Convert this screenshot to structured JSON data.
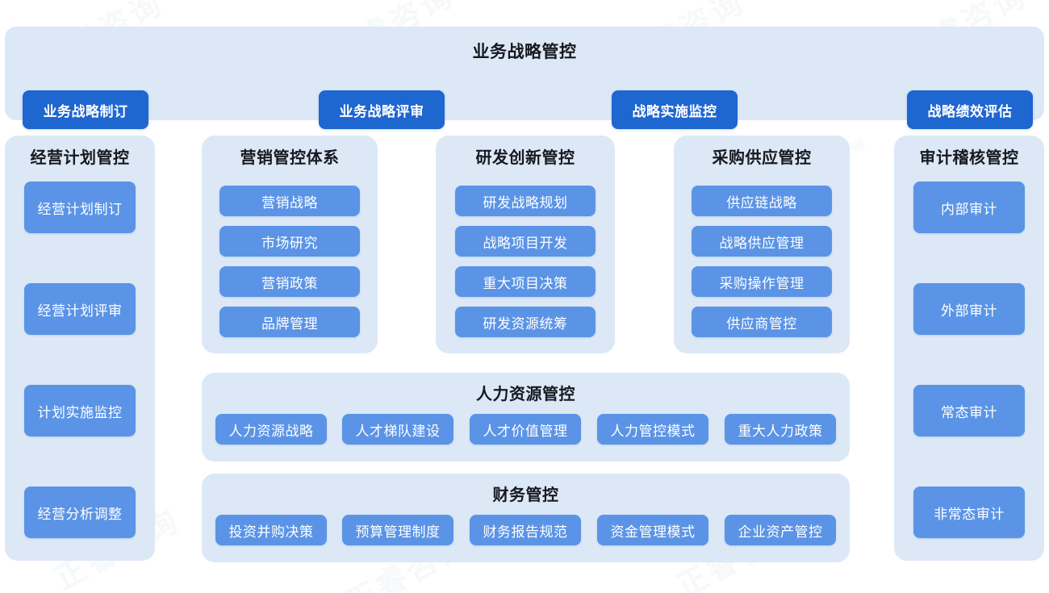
{
  "banner": {
    "title": "业务战略管控",
    "buttons": [
      {
        "label": "业务战略制订"
      },
      {
        "label": "业务战略评审"
      },
      {
        "label": "战略实施监控"
      },
      {
        "label": "战略绩效评估"
      }
    ]
  },
  "columns": {
    "plan": {
      "title": "经营计划管控",
      "items": [
        {
          "label": "经营计划制订"
        },
        {
          "label": "经营计划评审"
        },
        {
          "label": "计划实施监控"
        },
        {
          "label": "经营分析调整"
        }
      ]
    },
    "marketing": {
      "title": "营销管控体系",
      "items": [
        {
          "label": "营销战略"
        },
        {
          "label": "市场研究"
        },
        {
          "label": "营销政策"
        },
        {
          "label": "品牌管理"
        }
      ]
    },
    "rd": {
      "title": "研发创新管控",
      "items": [
        {
          "label": "研发战略规划"
        },
        {
          "label": "战略项目开发"
        },
        {
          "label": "重大项目决策"
        },
        {
          "label": "研发资源统筹"
        }
      ]
    },
    "purchase": {
      "title": "采购供应管控",
      "items": [
        {
          "label": "供应链战略"
        },
        {
          "label": "战略供应管理"
        },
        {
          "label": "采购操作管理"
        },
        {
          "label": "供应商管控"
        }
      ]
    },
    "audit": {
      "title": "审计稽核管控",
      "items": [
        {
          "label": "内部审计"
        },
        {
          "label": "外部审计"
        },
        {
          "label": "常态审计"
        },
        {
          "label": "非常态审计"
        }
      ]
    }
  },
  "rows": {
    "hr": {
      "title": "人力资源管控",
      "items": [
        {
          "label": "人力资源战略"
        },
        {
          "label": "人才梯队建设"
        },
        {
          "label": "人才价值管理"
        },
        {
          "label": "人力管控模式"
        },
        {
          "label": "重大人力政策"
        }
      ]
    },
    "finance": {
      "title": "财务管控",
      "items": [
        {
          "label": "投资并购决策"
        },
        {
          "label": "预算管理制度"
        },
        {
          "label": "财务报告规范"
        },
        {
          "label": "资金管理模式"
        },
        {
          "label": "企业资产管控"
        }
      ]
    }
  },
  "theme": {
    "page_background": "#ffffff",
    "panel_background": "#dce8f6",
    "primary_button": "#1e66d0",
    "secondary_button": "#5b94e6",
    "title_text": "#16191f",
    "button_text": "#ffffff"
  },
  "watermark": {
    "text": "正睿咨询"
  }
}
